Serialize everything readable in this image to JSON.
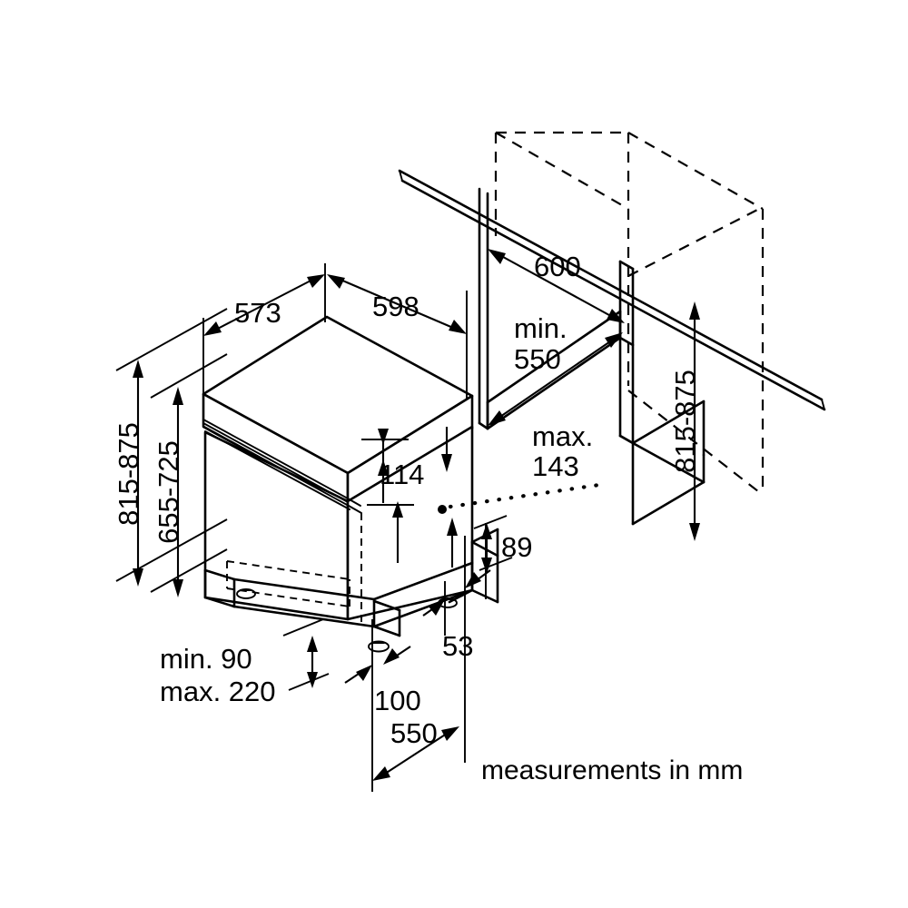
{
  "drawing": {
    "title": "Built-in dishwasher installation dimension drawing",
    "units_note": "measurements in mm",
    "line_color": "#000000",
    "background_color": "#ffffff"
  },
  "dimensions": {
    "appliance_depth": "573",
    "appliance_width": "598",
    "niche_width": "600",
    "niche_depth_min_label": "min.",
    "niche_depth_min_value": "550",
    "niche_height_left": "815-875",
    "door_panel_height": "655-725",
    "niche_height_right": "815-875",
    "control_panel_height": "114",
    "max_label": "max.",
    "max_value": "143",
    "plinth_recess_height": "89",
    "plinth_depth": "53",
    "foot_height_min": "min. 90",
    "foot_height_max": "max. 220",
    "front_offset": "100",
    "base_depth": "550"
  },
  "labels": [
    {
      "id": "depth-573",
      "text": "573"
    },
    {
      "id": "width-598",
      "text": "598"
    },
    {
      "id": "niche-600",
      "text": "600"
    },
    {
      "id": "min-550-line1",
      "text": "min."
    },
    {
      "id": "min-550-line2",
      "text": "550"
    },
    {
      "id": "height-left-815-875",
      "text": "815-875"
    },
    {
      "id": "panel-655-725",
      "text": "655-725"
    },
    {
      "id": "height-right-815-875",
      "text": "815-875"
    },
    {
      "id": "panel-114",
      "text": "114"
    },
    {
      "id": "max-143-line1",
      "text": "max."
    },
    {
      "id": "max-143-line2",
      "text": "143"
    },
    {
      "id": "plinth-89",
      "text": "89"
    },
    {
      "id": "plinth-53",
      "text": "53"
    },
    {
      "id": "foot-min-90",
      "text": "min. 90"
    },
    {
      "id": "foot-max-220",
      "text": "max. 220"
    },
    {
      "id": "offset-100",
      "text": "100"
    },
    {
      "id": "base-550",
      "text": "550"
    },
    {
      "id": "units-note",
      "text": "measurements in mm"
    }
  ]
}
